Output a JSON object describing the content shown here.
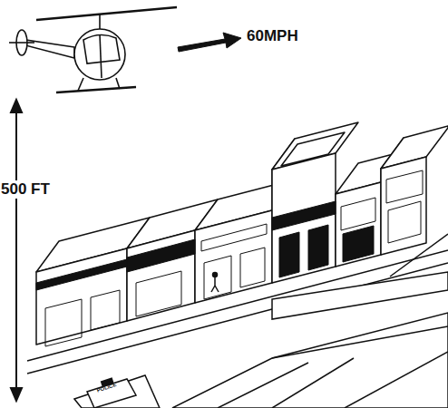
{
  "diagram": {
    "labels": [
      "60MPH",
      "500 FT",
      "POLICE"
    ]
  }
}
